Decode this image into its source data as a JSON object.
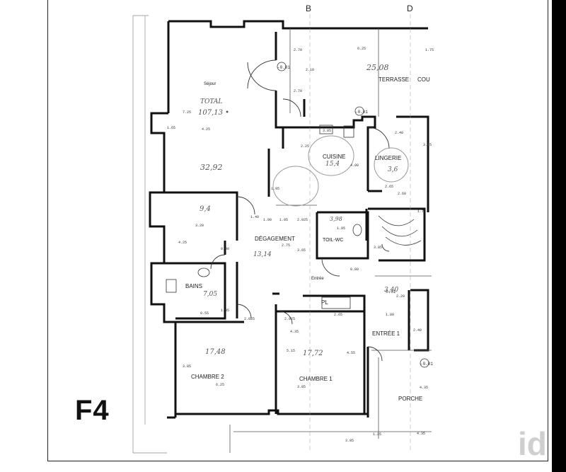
{
  "type_label": "F4",
  "watermark_text": "id",
  "rooms": {
    "sejour": "Séjour",
    "total": "TOTAL",
    "total_area": "107,13 •",
    "sejour_area": "32,92",
    "cuisine": "CUISINE",
    "cuisine_area": "15,4",
    "lingerie": "LINGERIE",
    "lingerie_area": "3,6",
    "terrasse": "TERRASSE",
    "terrasse_area": "25,08",
    "terrasse_cont": "COU",
    "degagement": "DÉGAGEMENT",
    "degagement_area": "13,14",
    "toilwc": "TOIL-WC",
    "toilwc_area": "3,98",
    "bains": "BAINS",
    "bains_area": "7,05",
    "placard_area": "9,4",
    "chambre2": "CHAMBRE 2",
    "chambre2_area": "17,48",
    "chambre1": "CHAMBRE 1",
    "chambre1_area": "17,72",
    "entree1": "ENTRÉE 1",
    "entree": "Entrée",
    "entree_area": "3,40",
    "porche": "PORCHE",
    "pl": "PL"
  },
  "grid_markers": [
    "B",
    "D"
  ],
  "level_marks": [
    "-0.01",
    "-0.01",
    "-0.01",
    "0.01"
  ],
  "dimensions": [
    "6.25",
    "4.25",
    "3.20",
    "3.85",
    "4.55",
    "5.15",
    "3.85",
    "4.35",
    "2.40",
    "3.05",
    "1.95",
    "2.65",
    "1.80",
    "0.55",
    "2.025",
    "2.025",
    "4.00",
    "2.25",
    "1.00",
    "1.40",
    "1.65",
    "7.25",
    "2.70",
    "2.10",
    "2.70",
    "1.75",
    "2.65",
    "6.25",
    "3.85",
    "2.75",
    "3.65",
    "0.90",
    "0.80",
    "3.85",
    "1.95",
    "2.60",
    "4.35",
    "3.85",
    "1.25",
    "2.20",
    "2.025",
    "1.35",
    "4.25",
    "1.75",
    "4.35",
    "2.40",
    "1.05"
  ]
}
